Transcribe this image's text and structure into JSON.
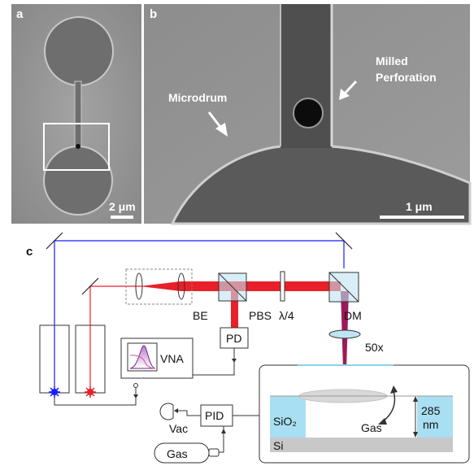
{
  "panel_a": {
    "letter": "a",
    "scale_label": "2 μm"
  },
  "panel_b": {
    "letter": "b",
    "microdrum_label": "Microdrum",
    "perforation_label_line1": "Milled",
    "perforation_label_line2": "Perforation",
    "scale_label": "1 μm"
  },
  "panel_c": {
    "letter": "c",
    "labels": {
      "be": "BE",
      "pbs": "PBS",
      "quarter_wave": "λ/4",
      "dm": "DM",
      "pd": "PD",
      "vna": "VNA",
      "objective": "50x",
      "pid": "PID",
      "vac": "Vac",
      "gas_bottle": "Gas",
      "sio2": "SiO₂",
      "si": "Si",
      "gas_chamber": "Gas",
      "depth_value": "285",
      "depth_unit": "nm"
    },
    "colors": {
      "blue_beam": "#1a1aff",
      "red_beam": "#e8202a",
      "combined_beam": "#9a1a5a",
      "oxide": "#a9dff2",
      "silicon": "#c8c8c8",
      "optic": "#bfe4f2"
    }
  }
}
